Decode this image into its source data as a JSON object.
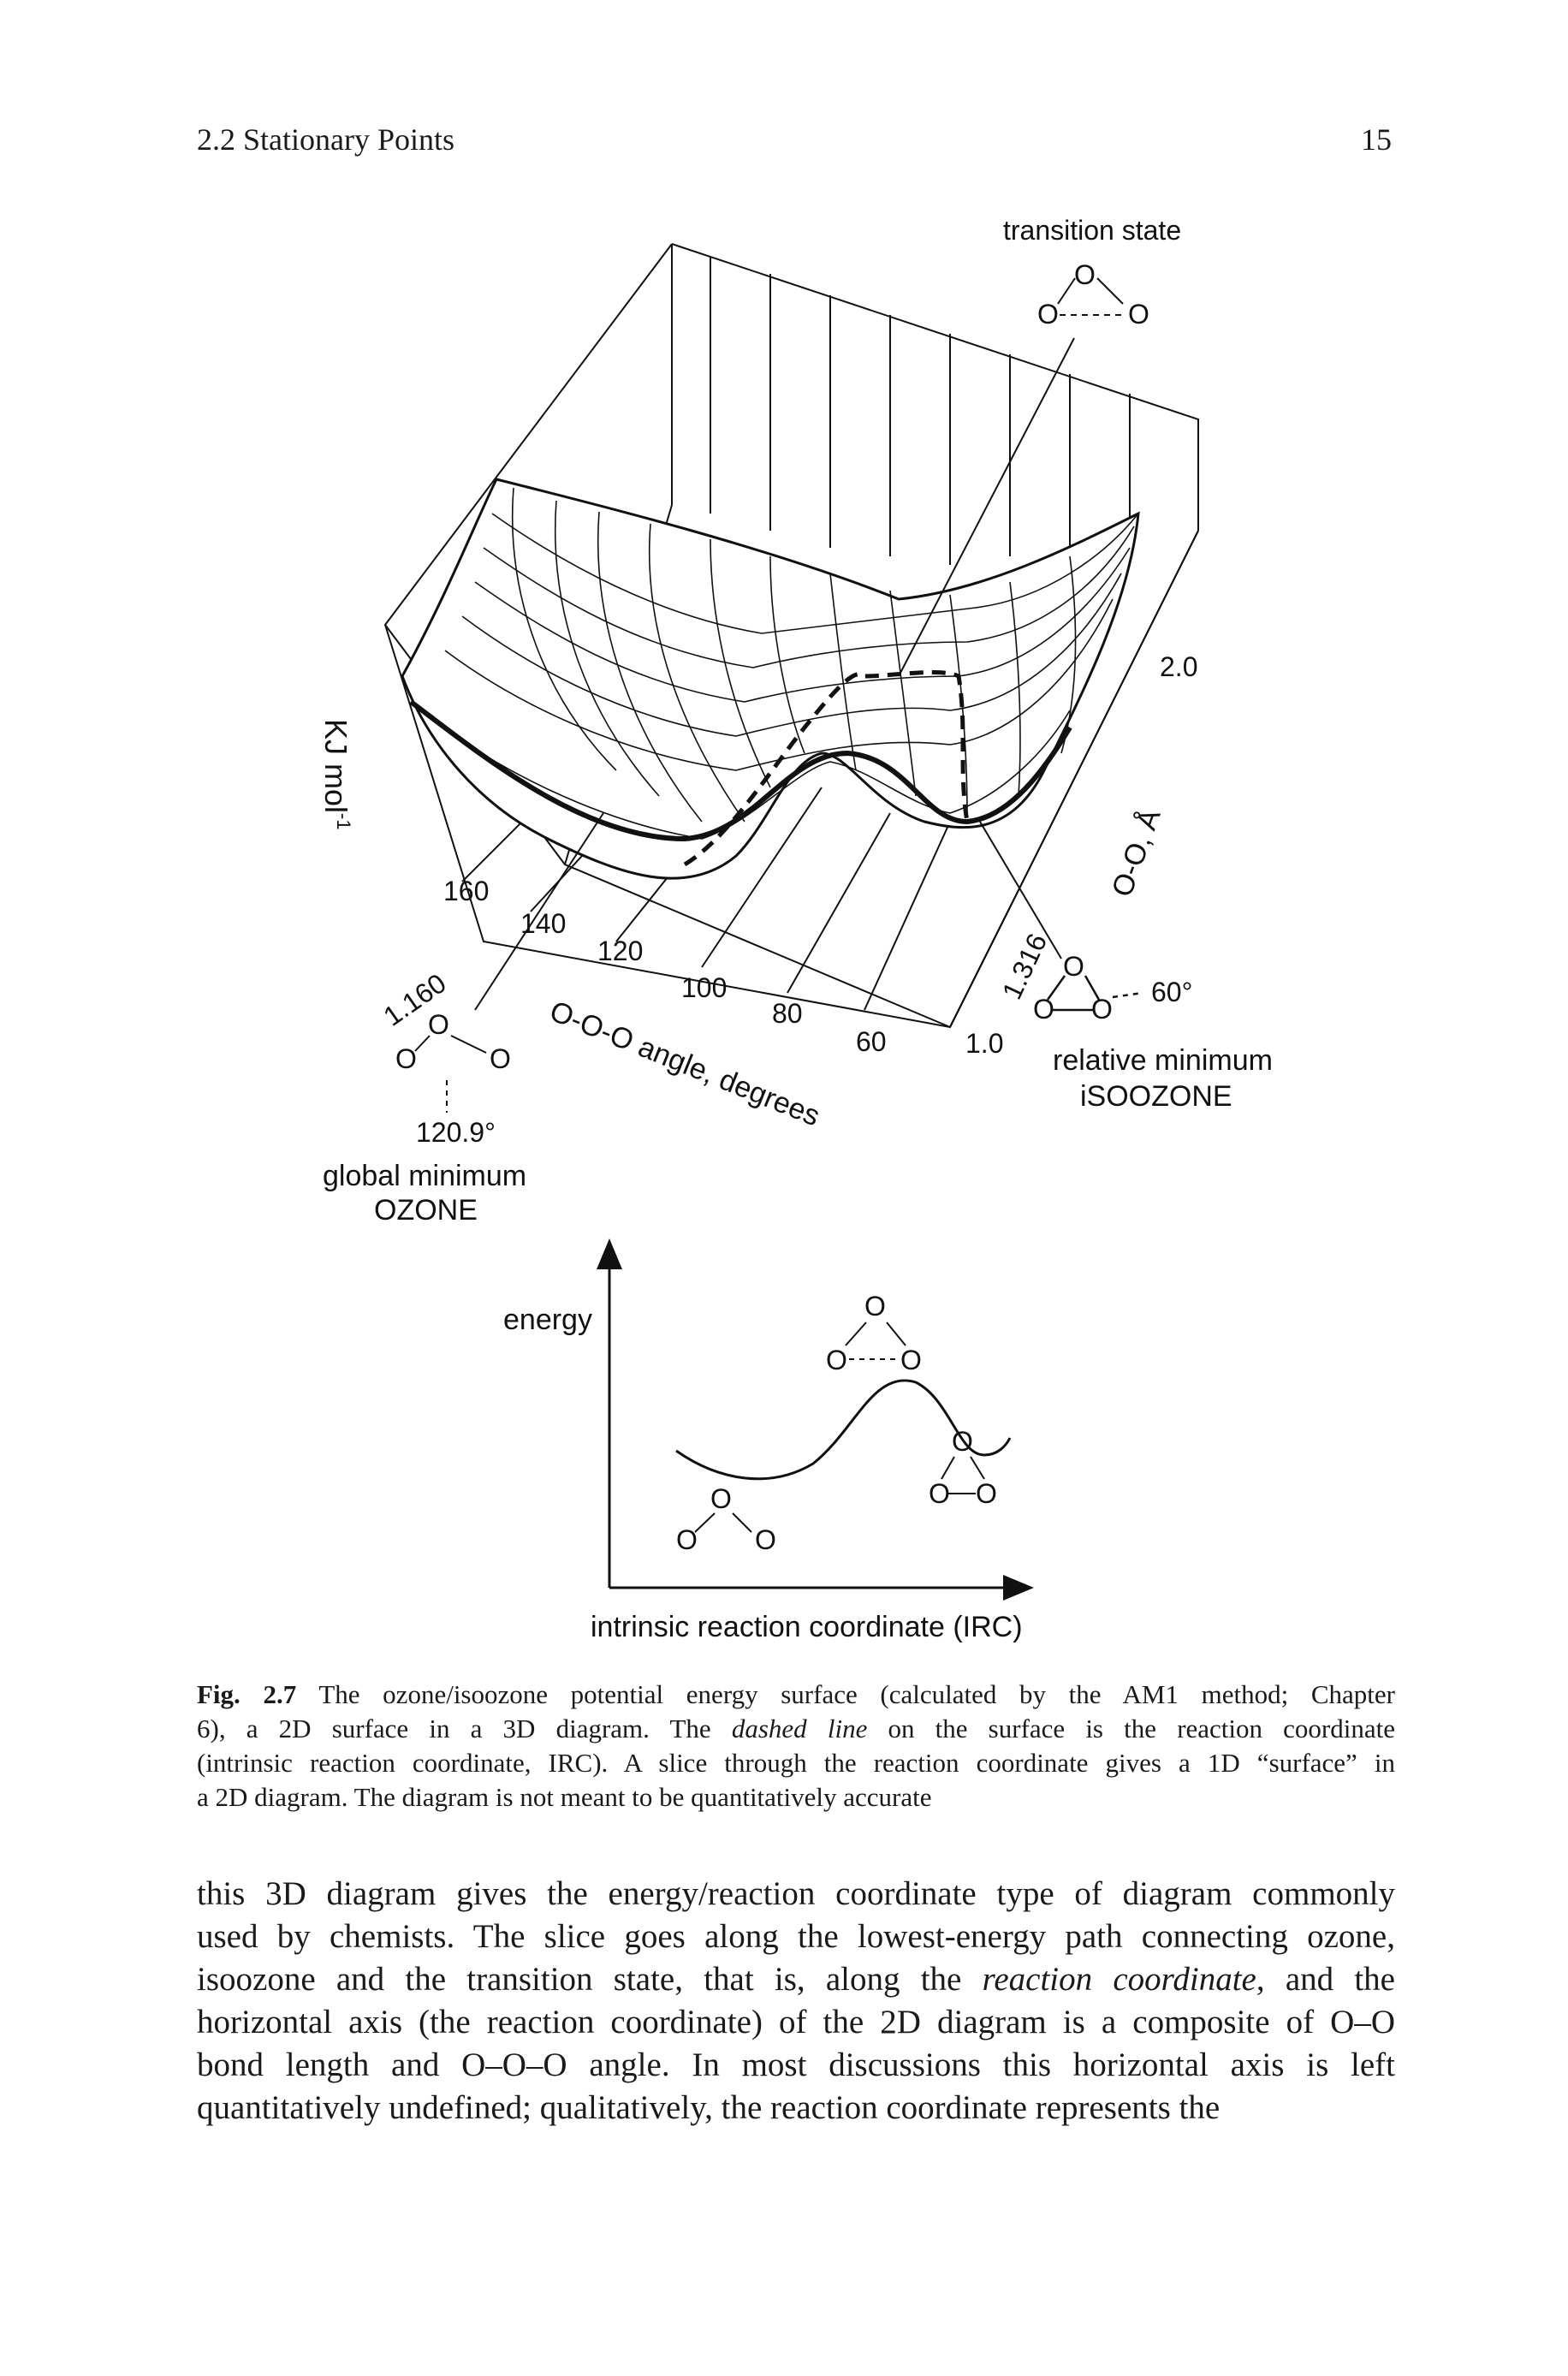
{
  "header": {
    "section": "2.2 Stationary Points",
    "page_number": "15"
  },
  "figure3d": {
    "energy_axis_label": "KJ mol",
    "energy_axis_sup": "-1",
    "angle_axis_label": "O-O-O angle, degrees",
    "angle_ticks": [
      "160",
      "140",
      "120",
      "100",
      "80",
      "60"
    ],
    "bond_axis_label": "O-O, Å",
    "bond_ticks": [
      "1.0",
      "2.0"
    ],
    "ts_label": "transition state",
    "ozone": {
      "bond_length": "1.160",
      "angle": "120.9°",
      "label_line1": "global minimum",
      "label_line2": "OZONE"
    },
    "isoozone": {
      "bond_length": "1.316",
      "angle": "60°",
      "label_line1": "relative minimum",
      "label_line2": "iSOOZONE"
    },
    "atom": "O"
  },
  "figure2d": {
    "y_label": "energy",
    "x_label": "intrinsic reaction coordinate (IRC)",
    "atom": "O"
  },
  "caption": {
    "label": "Fig. 2.7",
    "lines": [
      [
        "The ozone/isoozone potential energy surface (calculated by the AM1 method; Chapter"
      ],
      [
        "6), a 2D surface in a 3D diagram. The ",
        "dashed line",
        " on the surface is the reaction coordinate"
      ],
      [
        "(intrinsic reaction coordinate, IRC). A slice through the reaction coordinate gives a 1D “surface” in"
      ],
      [
        "a 2D diagram. The diagram is not meant to be quantitatively accurate"
      ]
    ]
  },
  "body": {
    "l1": "this 3D diagram gives the energy/reaction coordinate type of diagram commonly",
    "l2": "used by chemists. The slice goes along the lowest-energy path connecting ozone,",
    "l3a": "isoozone and the transition state, that is, along the ",
    "l3i": "reaction coordinate",
    "l3b": ", and the",
    "l4": "horizontal axis (the reaction coordinate) of the 2D diagram is a composite of O–O",
    "l5": "bond length and O–O–O angle. In most discussions this horizontal axis is left",
    "l6": "quantitatively undefined; qualitatively, the reaction coordinate represents the"
  }
}
